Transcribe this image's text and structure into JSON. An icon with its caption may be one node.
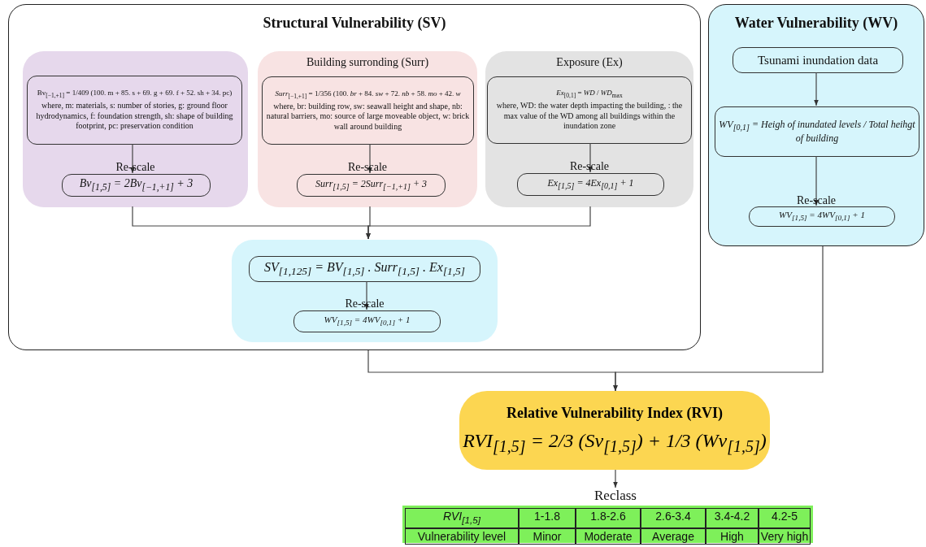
{
  "diagram": {
    "nodes": [
      {
        "text": [
          "Structural Vulnerability (SV)"
        ]
      },
      {
        "text": [
          "Re-scale"
        ],
        "in": 0
      },
      {
        "text": [
          "Bv$_{[−1,+1]}$ = 1/409 (100. m + 85. s + 69. g + 69. f + 52. sh + 34. pc)",
          "where, m: materials, s: number of stories, g: ground floor hydrodynamics, f: foundation strength, sh: shape of building footprint, pc: preservation condition"
        ],
        "in": 1
      },
      {
        "text": [
          "Bv$_{[1,5]}$ = 2Bv$_{[−1,+1]}$ + 3"
        ],
        "in": 1
      },
      {
        "text": [
          "Building surronding (Surr)",
          "Re-scale"
        ],
        "in": 0
      },
      {
        "text": [
          "*Surr*$_{[−1,+1]}$ = 1/356 (100. *br* + 84. *sw* + 72. *nb* + 58. *mo* + 42. *w*",
          "where, br: building row, sw: seawall height and shape, nb: natural barriers, mo: source of large moveable object, w: brick wall around building"
        ],
        "in": 4
      },
      {
        "text": [
          "Surr$_{[1,5]}$ = 2Surr$_{[−1,+1]}$ + 3"
        ],
        "in": 4
      },
      {
        "text": [
          "Exposure (Ex)",
          "Re-scale"
        ],
        "in": 0
      },
      {
        "text": [
          "*Ex*$_{[0,1]}$ = *WD* / *WD*$_{max}$",
          "where, WD: the water depth impacting the building, : the max value of the WD among all buildings within the inundation zone"
        ],
        "in": 7
      },
      {
        "text": [
          "Ex$_{[1,5]}$ = 4Ex$_{[0,1]}$ + 1"
        ],
        "in": 7
      },
      {
        "text": [
          "Re-scale"
        ],
        "in": 0
      },
      {
        "text": [
          "SV$_{[1,125]}$ = BV$_{[1,5]}$ . Surr$_{[1,5]}$ . Ex$_{[1,5]}$"
        ],
        "in": 10
      },
      {
        "text": [
          "WV$_{[1,5]}$ = 4WV$_{[0,1]}$ + 1"
        ],
        "in": 10
      },
      {
        "text": [
          "Water Vulnerability (WV)",
          "Re-scale"
        ]
      },
      {
        "text": [
          "Tsunami inundation data"
        ],
        "in": 13
      },
      {
        "text": [
          "WV$_{[0,1]}$ = Heigh of inundated levels / Total heihgt of building"
        ],
        "in": 13
      },
      {
        "text": [
          "WV$_{[1,5]}$ = 4WV$_{[0,1]}$ + 1"
        ],
        "in": 13
      },
      {
        "text": [
          "Relative Vulnerability Index (RVI)",
          "RVI$_{[1,5]}$ = 2/3 (Sv$_{[1,5]}$) + 1/3 (Wv$_{[1,5]}$)"
        ]
      },
      {
        "text": [
          "Reclass"
        ]
      }
    ],
    "edges": [
      {
        "from": 2,
        "to": 3,
        "arrow": "to"
      },
      {
        "from": 5,
        "to": 6,
        "arrow": "to"
      },
      {
        "from": 8,
        "to": 9,
        "arrow": "to"
      },
      {
        "from": 1,
        "to": 10,
        "arrow": "to"
      },
      {
        "from": 4,
        "to": 10,
        "arrow": "to"
      },
      {
        "from": 7,
        "to": 10,
        "arrow": "to"
      },
      {
        "from": 11,
        "to": 12,
        "arrow": "to"
      },
      {
        "from": 14,
        "to": 15,
        "arrow": "to"
      },
      {
        "from": 15,
        "to": 16,
        "arrow": "to"
      },
      {
        "from": 0,
        "to": 17,
        "arrow": "to"
      },
      {
        "from": 13,
        "to": 17,
        "arrow": "to"
      },
      {
        "from": 17,
        "to": 18,
        "arrow": "to"
      }
    ],
    "labels": [
      "RVI$_{[1,5]}$",
      "1-1.8",
      "1.8-2.6",
      "2.6-3.4",
      "3.4-4.2",
      "4.2-5",
      "Vulnerability level",
      "Minor",
      "Moderate",
      "Average",
      "High",
      "Very high"
    ]
  }
}
